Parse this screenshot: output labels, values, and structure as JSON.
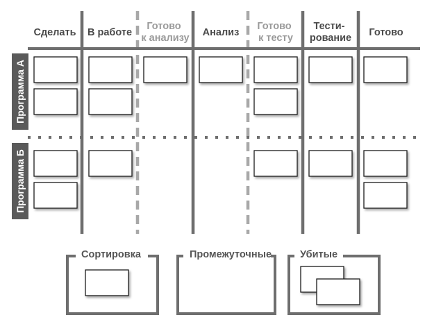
{
  "columns": [
    {
      "line1": "Сделать",
      "line2": "",
      "style": "dark"
    },
    {
      "line1": "В работе",
      "line2": "",
      "style": "dark"
    },
    {
      "line1": "Готово",
      "line2": "к анализу",
      "style": "light"
    },
    {
      "line1": "Анализ",
      "line2": "",
      "style": "dark"
    },
    {
      "line1": "Готово",
      "line2": "к тесту",
      "style": "light"
    },
    {
      "line1": "Тести-",
      "line2": "рование",
      "style": "dark"
    },
    {
      "line1": "Готово",
      "line2": "",
      "style": "dark"
    }
  ],
  "swimlanes": [
    {
      "label": "Программа А"
    },
    {
      "label": "Программа Б"
    }
  ],
  "bins": [
    {
      "label": "Сортировка"
    },
    {
      "label": "Промежуточные"
    },
    {
      "label": "Убитые"
    }
  ],
  "cards": {
    "lane_a": [
      2,
      2,
      1,
      1,
      2,
      1,
      1
    ],
    "lane_b": [
      2,
      1,
      0,
      0,
      1,
      1,
      2
    ],
    "bins": [
      1,
      0,
      2
    ]
  },
  "colors": {
    "line": "#6e6e6e",
    "dashed": "#a8a8a8",
    "dots": "#6e6e6e",
    "swimlane_tab": "#5a5a5a",
    "card_border": "#1a1a1a"
  }
}
